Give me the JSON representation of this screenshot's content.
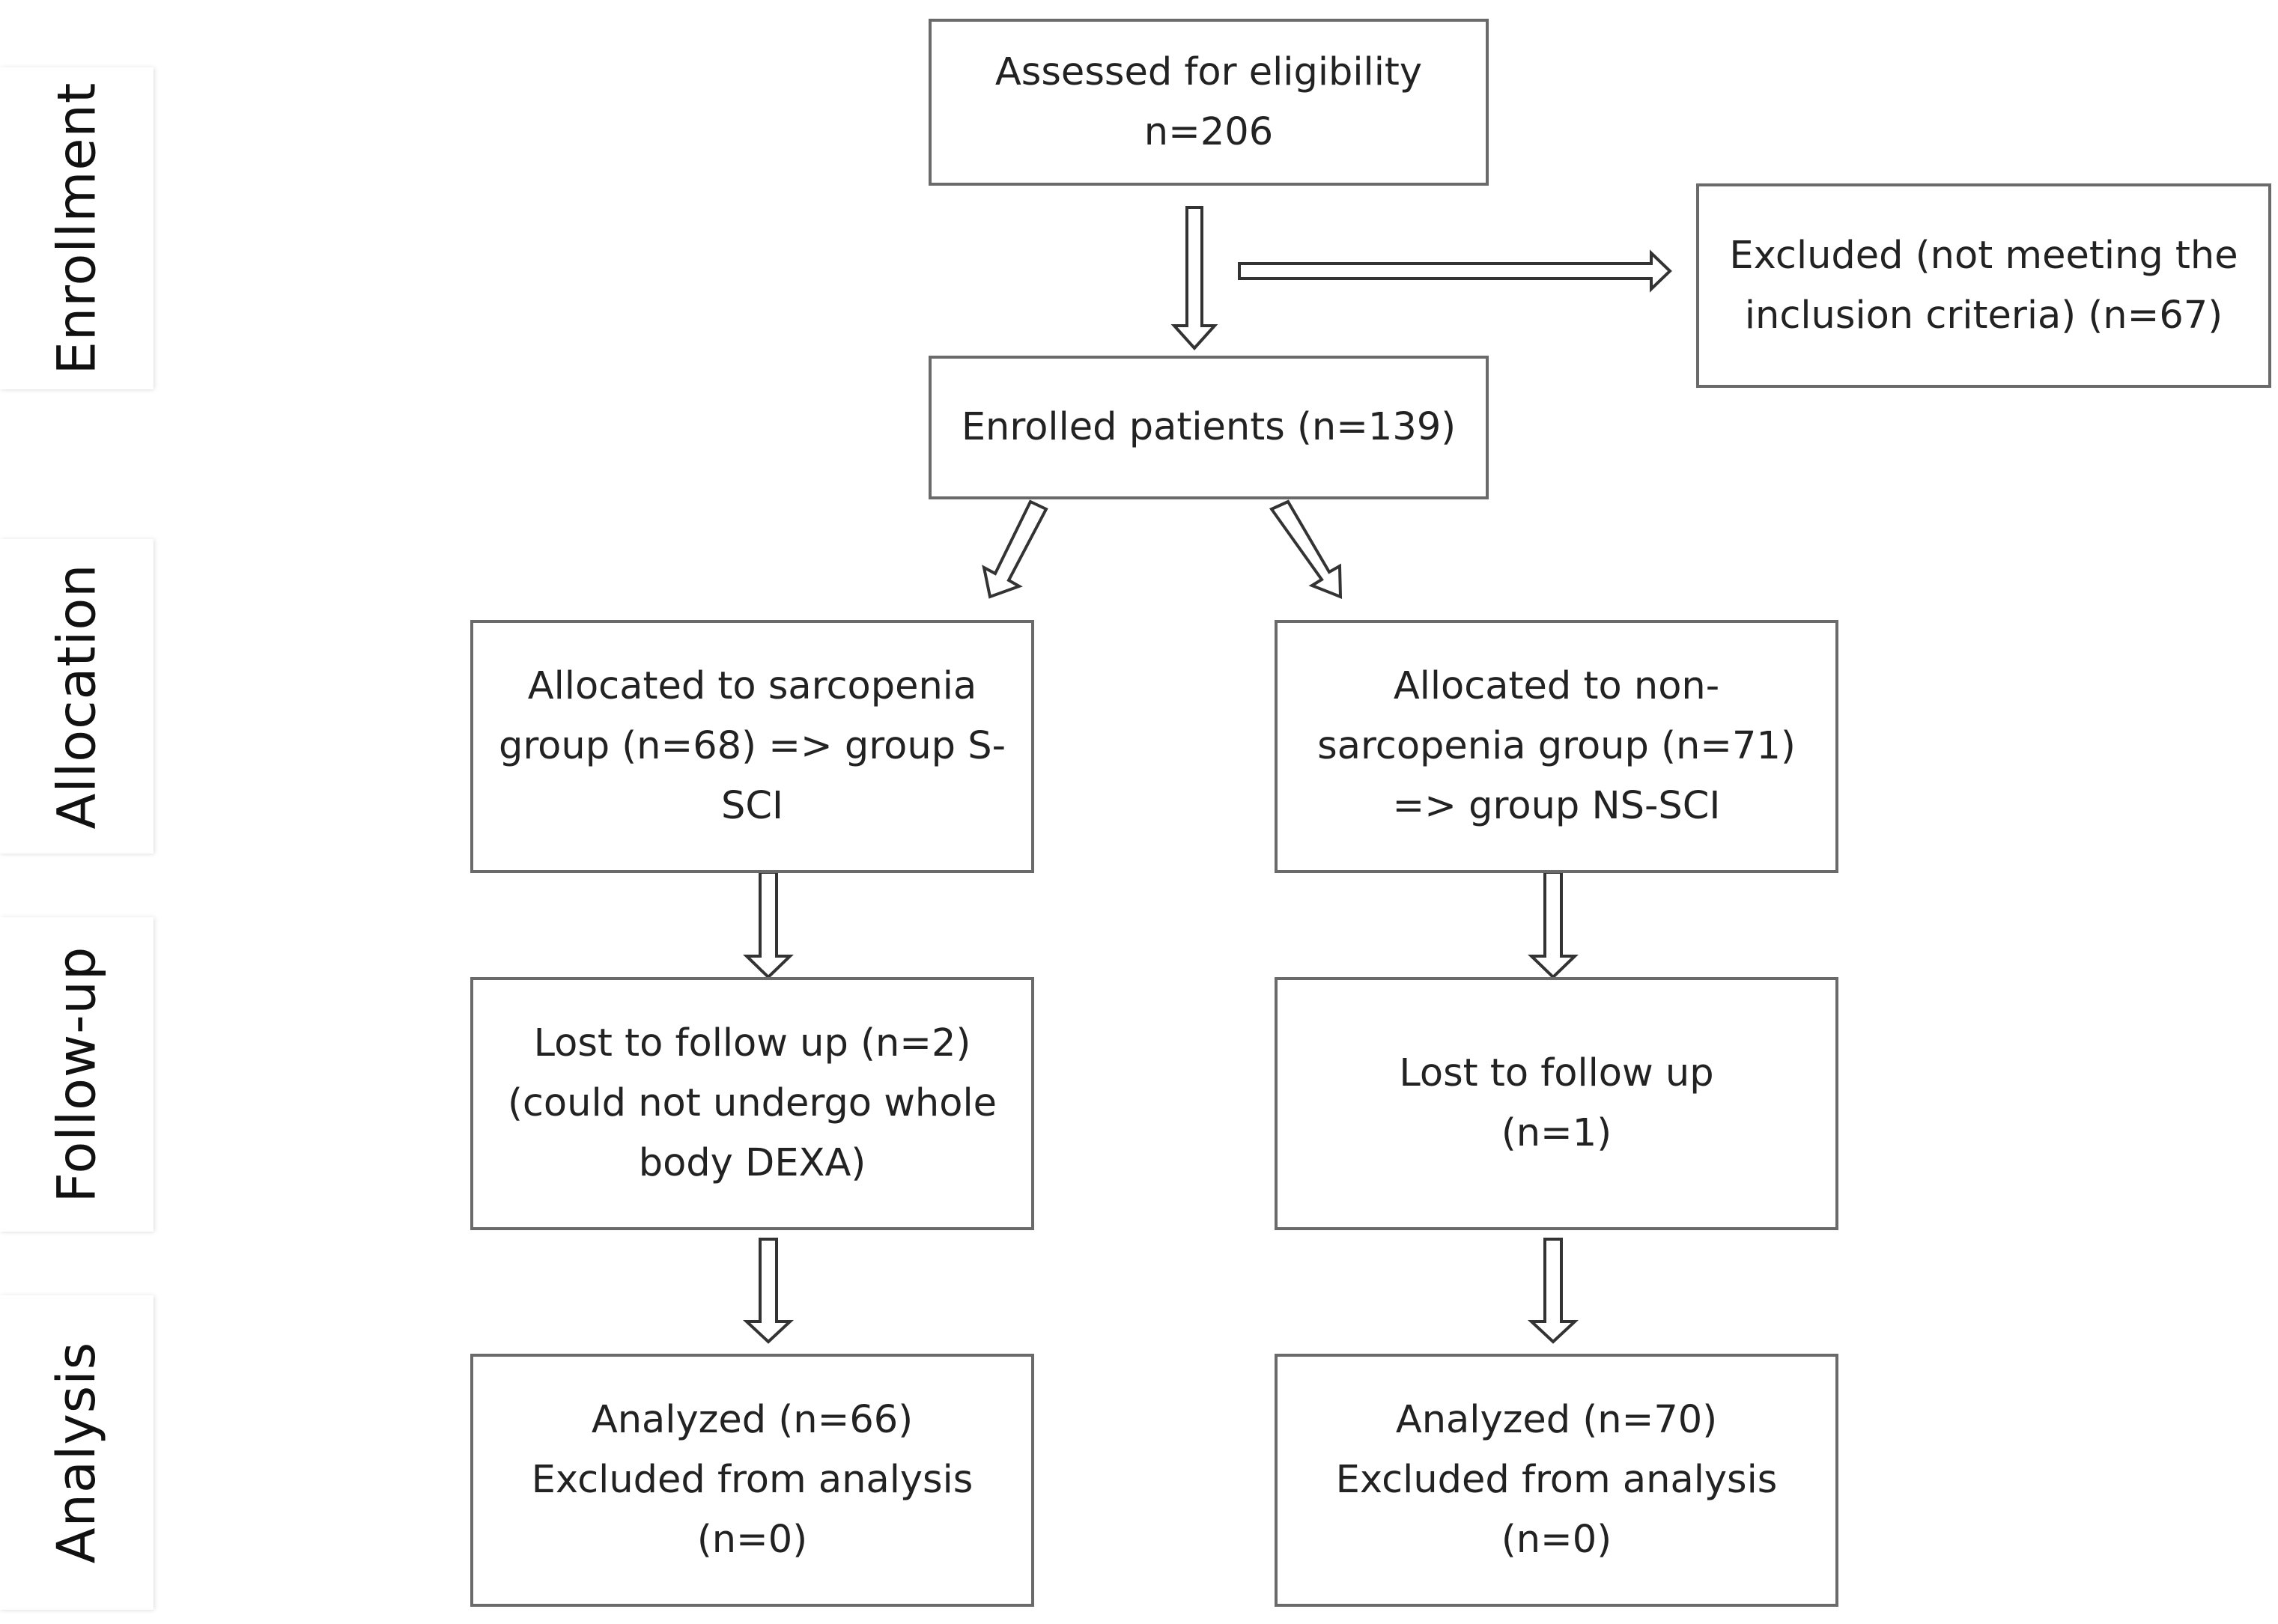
{
  "phases": {
    "enrollment": "Enrollment",
    "allocation": "Allocation",
    "follow_up": "Follow-up",
    "analysis": "Analysis"
  },
  "boxes": {
    "assessed": "Assessed  for eligibility\nn=206",
    "excluded": "Excluded (not meeting the\ninclusion criteria) (n=67)",
    "enrolled": "Enrolled patients (n=139)",
    "alloc_sarcopenia": "Allocated to sarcopenia\ngroup (n=68) => group S-\nSCI",
    "alloc_non_sarcopenia": "Allocated to non-\nsarcopenia group (n=71)\n=> group NS-SCI",
    "lost_sarcopenia": "Lost to follow up (n=2)\n(could not undergo whole\nbody DEXA)",
    "lost_non_sarcopenia": "Lost to follow up\n(n=1)",
    "analyzed_sarcopenia": "Analyzed (n=66)\nExcluded from analysis\n(n=0)",
    "analyzed_non_sarcopenia": "Analyzed (n=70)\nExcluded from analysis\n(n=0)"
  },
  "colors": {
    "box_border": "#6a6a6a",
    "arrow_stroke": "#333333"
  }
}
